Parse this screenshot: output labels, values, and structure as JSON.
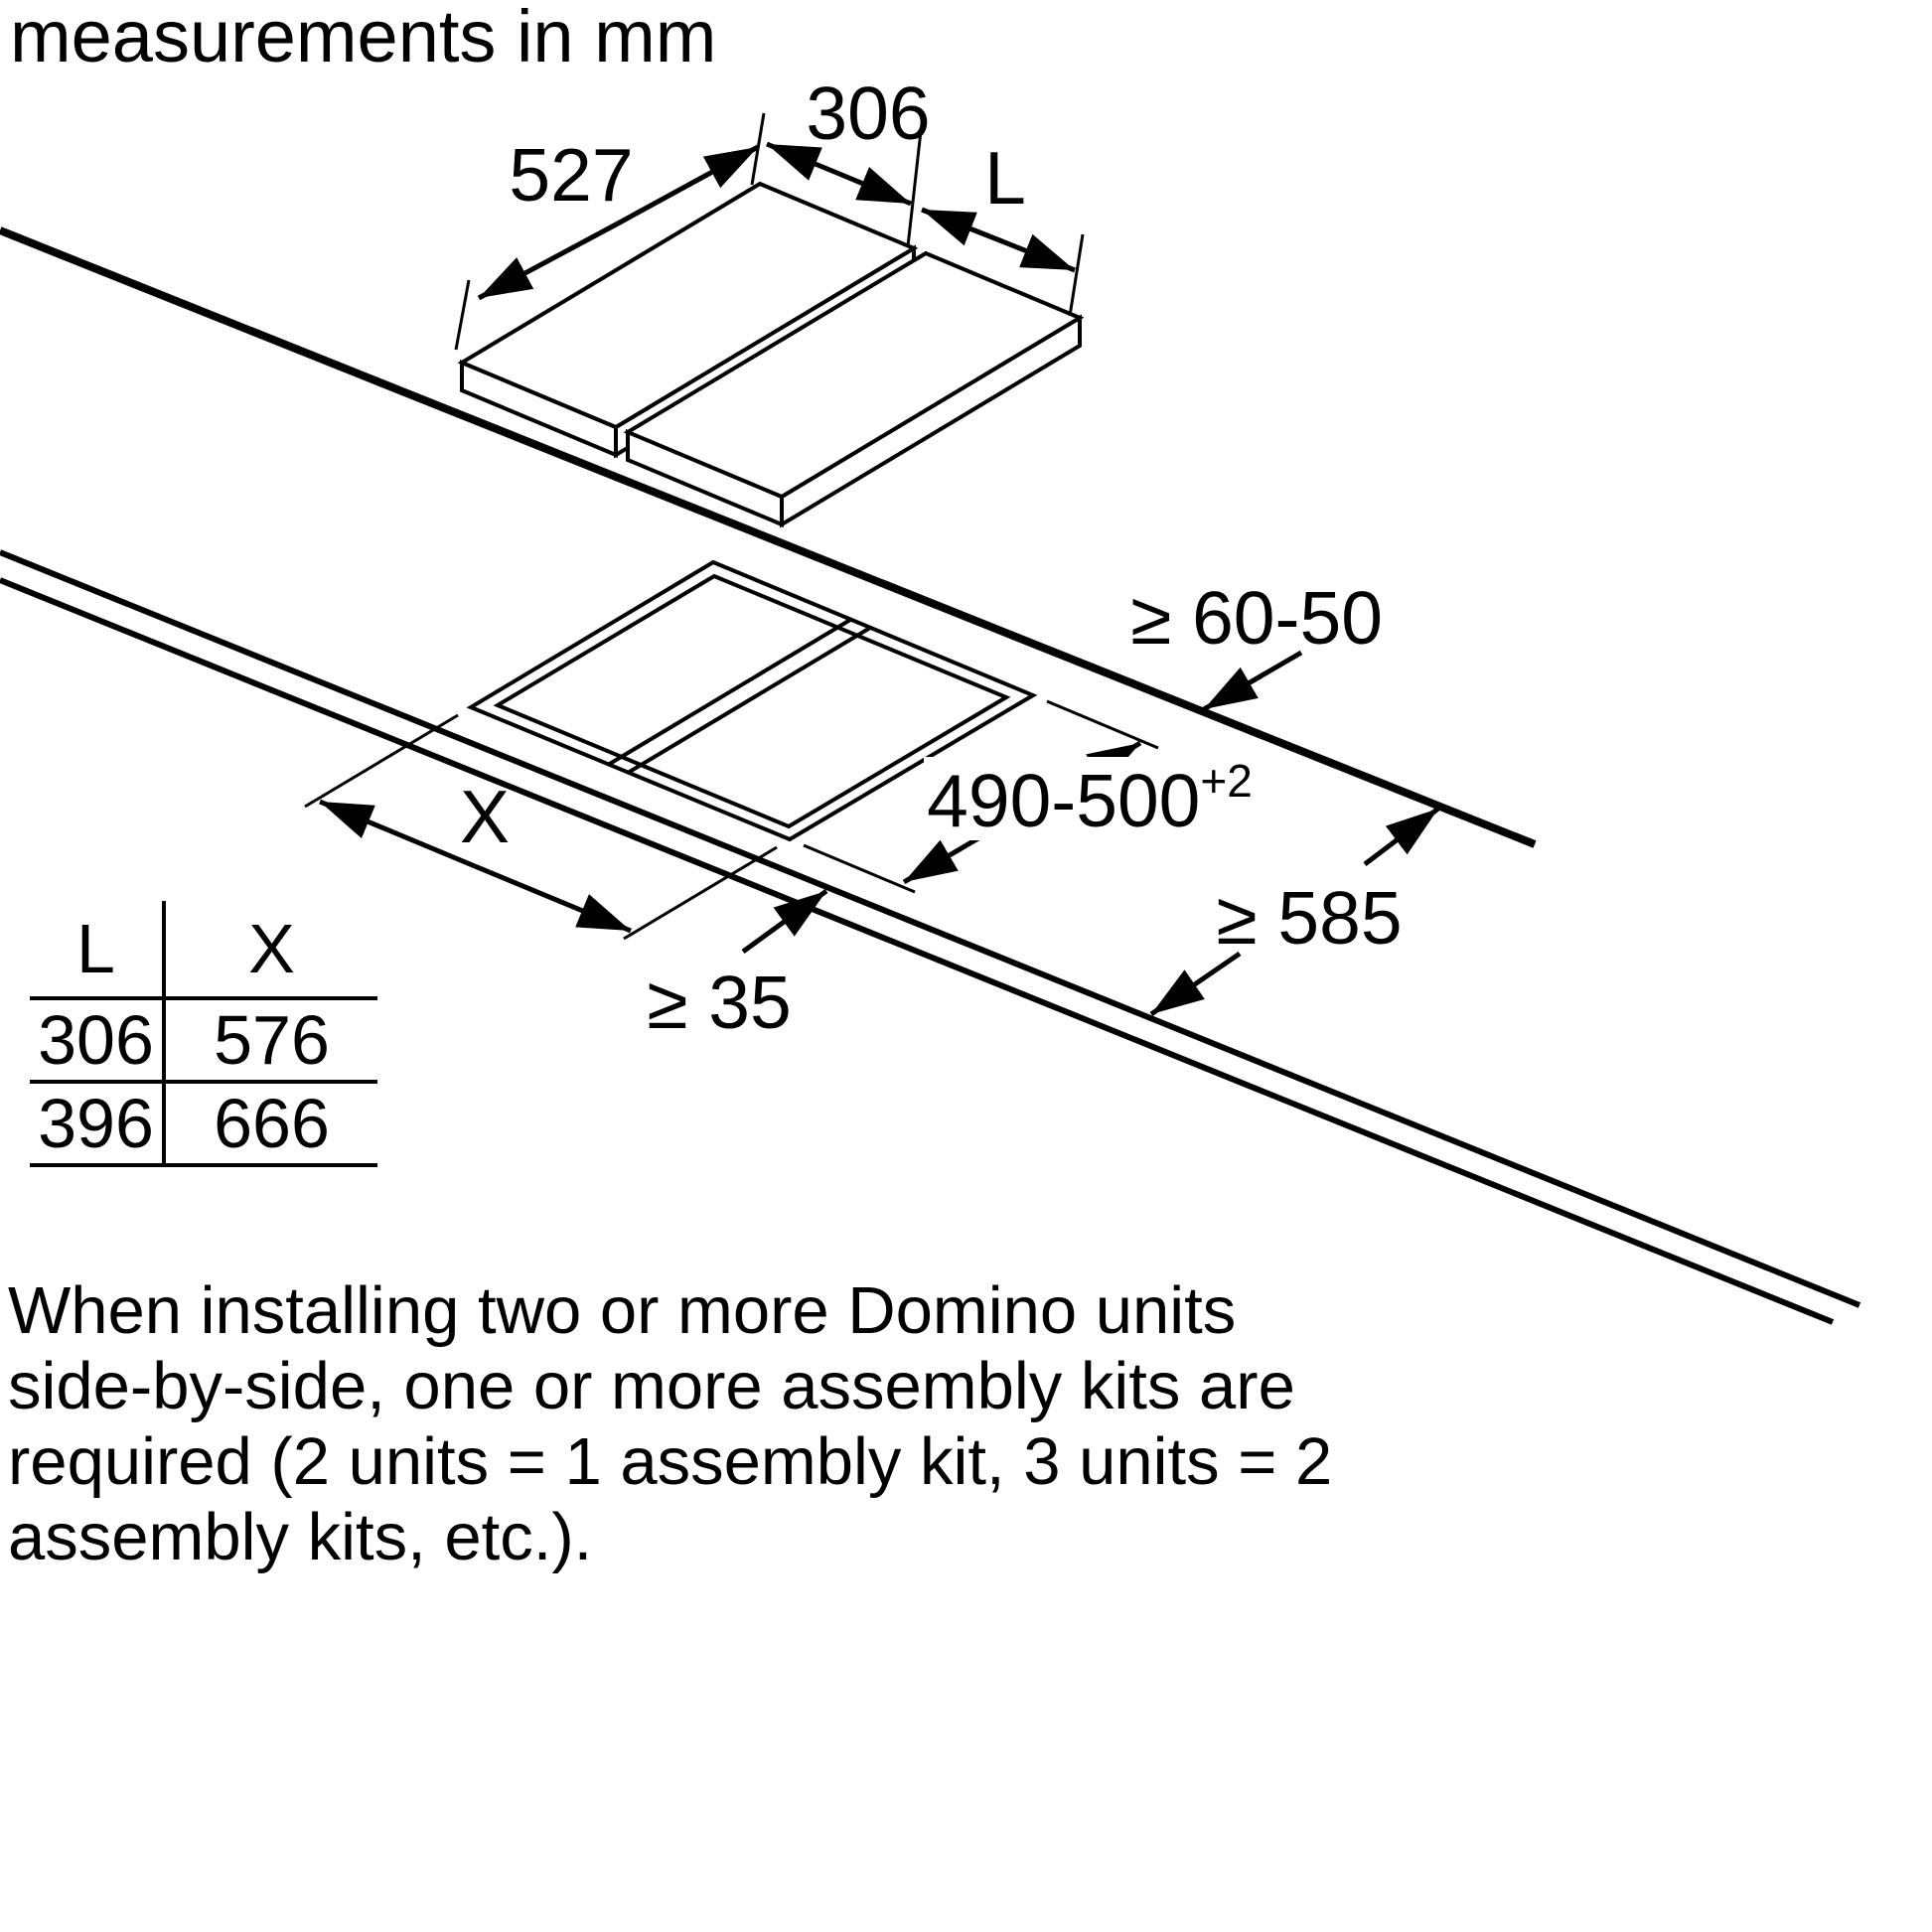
{
  "title": "measurements in mm",
  "diagram": {
    "dims": {
      "depth": "527",
      "width_a": "306",
      "width_b": "L",
      "clearance_back": "≥ 60-50",
      "cutout_depth": "490-500",
      "cutout_depth_tol": "+2",
      "cutout_width": "X",
      "clearance_front": "≥ 35",
      "worktop_depth": "≥ 585"
    }
  },
  "table": {
    "headers": [
      "L",
      "X"
    ],
    "rows": [
      [
        "306",
        "576"
      ],
      [
        "396",
        "666"
      ]
    ]
  },
  "note": {
    "lines": [
      "When installing two or more Domino units",
      "side-by-side, one or more assembly kits are",
      "required (2 units = 1 assembly kit, 3 units = 2",
      "assembly kits, etc.)."
    ]
  },
  "colors": {
    "ink": "#000000",
    "background": "#ffffff"
  }
}
